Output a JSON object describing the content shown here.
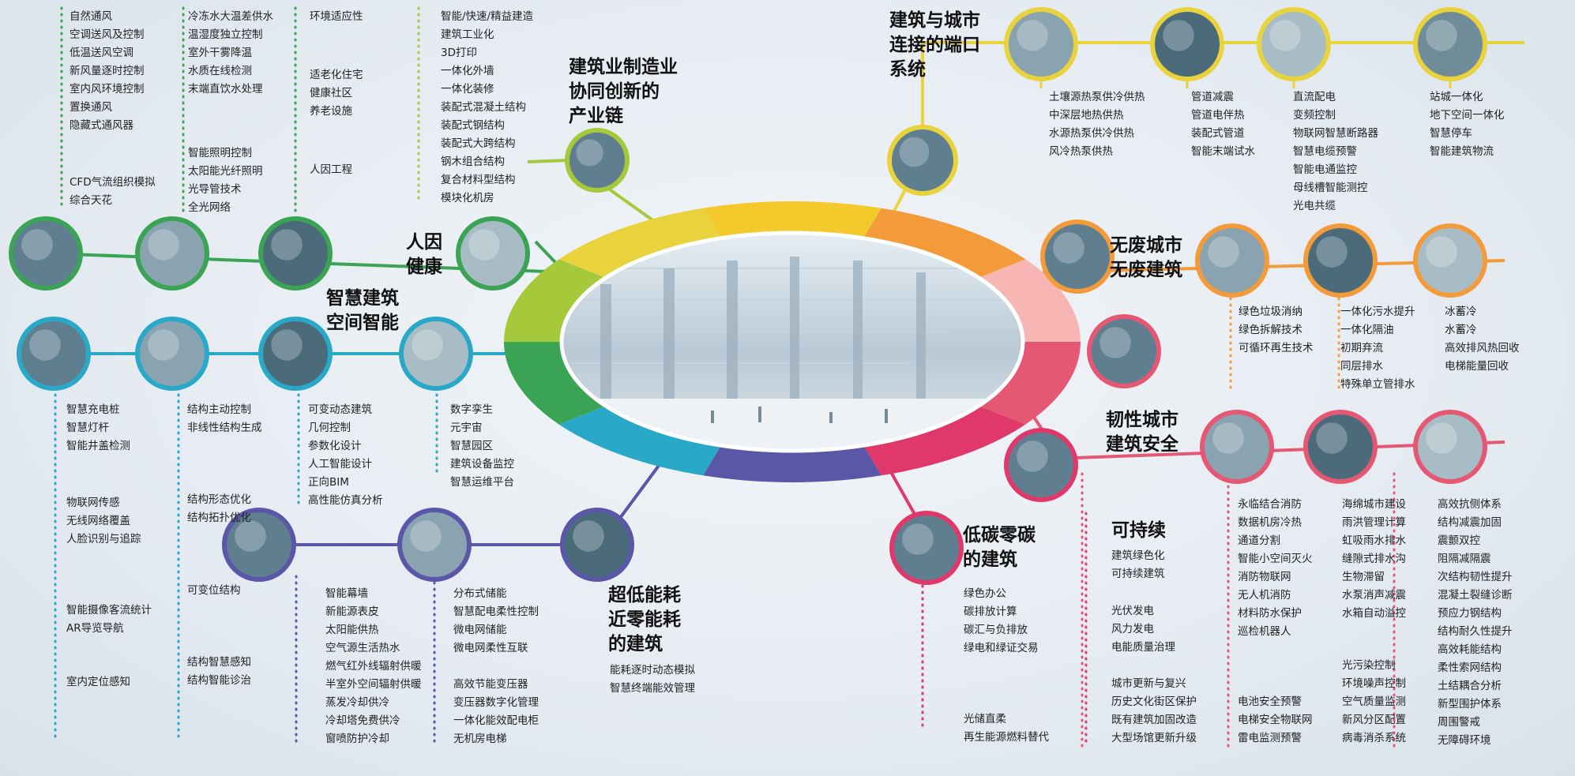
{
  "center": {
    "image": "atrium-photo"
  },
  "ring_colors": [
    "#f4c92b",
    "#f39a3a",
    "#f7b6b4",
    "#e55873",
    "#e0386a",
    "#5a56a8",
    "#2aa8c8",
    "#3aa354",
    "#a6c83b",
    "#e9d33d"
  ],
  "branches": [
    {
      "id": "ren-yin",
      "color": "#3aa354",
      "title": "人因\n健康",
      "nodes": [
        "natural-ventilation-photo",
        "office-space-photo",
        "green-roof-photo",
        "human-health-icon"
      ],
      "lists": [
        [
          "自然通风",
          "空调送风及控制",
          "低温送风空调",
          "新风量逐时控制",
          "室内风环境控制",
          "置换通风",
          "隐藏式通风器",
          "CFD气流组织模拟",
          "综合天花"
        ],
        [
          "冷冻水大温差供水",
          "温湿度独立控制",
          "室外干雾降温",
          "水质在线检测",
          "末端直饮水处理",
          "智能照明控制",
          "太阳能光纤照明",
          "光导管技术",
          "全光网络"
        ],
        [
          "环境适应性",
          "适老化住宅",
          "健康社区",
          "养老设施",
          "人因工程"
        ]
      ]
    },
    {
      "id": "zao-zhi",
      "color": "#a6c83b",
      "title": "建筑业制造业\n协同创新的\n产业链",
      "nodes": [
        "manufacturing-photo"
      ],
      "lists": [
        [
          "智能/快速/精益建造",
          "建筑工业化",
          "3D打印",
          "一体化外墙",
          "一体化装修",
          "装配式混凝土结构",
          "装配式钢结构",
          "装配式大跨结构",
          "钢木组合结构",
          "复合材料型结构",
          "模块化机房"
        ]
      ]
    },
    {
      "id": "duan-kou",
      "color": "#e9d33d",
      "title": "建筑与城市\n连接的端口\n系统",
      "nodes": [
        "port-system-photo",
        "heat-pump-photo",
        "pipe-photo",
        "power-pole-photo",
        "station-photo"
      ],
      "lists": [
        [
          "土壤源热泵供冷供热",
          "中深层地热供热",
          "水源热泵供冷供热",
          "风冷热泵供热"
        ],
        [
          "管道减震",
          "管道电伴热",
          "装配式管道",
          "智能末端试水"
        ],
        [
          "直流配电",
          "变频控制",
          "物联网智慧断路器",
          "智慧电缆预警",
          "智能电通监控",
          "母线槽智能测控",
          "光电共缆"
        ],
        [
          "站城一体化",
          "地下空间一体化",
          "智慧停车",
          "智能建筑物流"
        ]
      ]
    },
    {
      "id": "wu-fei",
      "color": "#f39a3a",
      "title": "无废城市\n无废建筑",
      "nodes": [
        "waste-system-photo",
        "sorting-photo",
        "sewage-photo",
        "ice-storage-photo"
      ],
      "lists": [
        [
          "绿色垃圾消纳",
          "绿色拆解技术",
          "可循环再生技术"
        ],
        [
          "一体化污水提升",
          "一体化隔油",
          "初期弃流",
          "同层排水",
          "特殊单立管排水"
        ],
        [
          "冰蓄冷",
          "水蓄冷",
          "高效排风热回收",
          "电梯能量回收"
        ]
      ]
    },
    {
      "id": "ren-xing",
      "color": "#e55873",
      "title": "韧性城市\n建筑安全",
      "nodes": [
        "resilient-city-photo",
        "fire-safety-photo",
        "sponge-city-photo",
        "structure-photo"
      ],
      "lists": [
        [
          "永临结合消防",
          "数据机房冷热\n通道分割",
          "智能小空间灭火",
          "消防物联网",
          "无人机消防",
          "材料防水保护",
          "巡检机器人",
          "电池安全预警",
          "电梯安全物联网",
          "雷电监测预警"
        ],
        [
          "海绵城市建设",
          "雨洪管理计算",
          "虹吸雨水排水",
          "缝隙式排水沟",
          "生物滞留",
          "水泵消声减震",
          "水箱自动溢控",
          "光污染控制",
          "环境噪声控制",
          "空气质量监测",
          "新风分区配置",
          "病毒消杀系统"
        ],
        [
          "高效抗侧体系",
          "结构减震加固",
          "震颤双控",
          "阻隔减隔震",
          "次结构韧性提升",
          "混凝土裂缝诊断",
          "预应力钢结构",
          "结构耐久性提升",
          "高效耗能结构",
          "柔性索网结构",
          "土结耦合分析",
          "新型围护体系",
          "周围警戒",
          "无障碍环境"
        ]
      ]
    },
    {
      "id": "ke-chi-xu",
      "color": "#e0386a",
      "title": "可持续",
      "nodes": [
        "city-park-photo"
      ],
      "lists": [
        [
          "建筑绿色化",
          "可持续建筑"
        ],
        [
          "光伏发电",
          "风力发电",
          "电能质量治理"
        ],
        [
          "城市更新与复兴",
          "历史文化街区保护",
          "既有建筑加固改造",
          "大型场馆更新升级"
        ]
      ]
    },
    {
      "id": "di-tan",
      "color": "#e0386a",
      "title": "低碳零碳\n的建筑",
      "nodes": [
        "low-carbon-icon"
      ],
      "lists": [
        [
          "绿色办公",
          "碳排放计算",
          "碳汇与负排放",
          "绿电和绿证交易",
          "光储直柔",
          "再生能源燃料替代"
        ]
      ]
    },
    {
      "id": "chao-di",
      "color": "#5a56a8",
      "title": "超低能耗\n近零能耗\n的建筑",
      "nodes": [
        "facade-photo",
        "machine-room-photo",
        "energy-dashboard-photo"
      ],
      "lists": [
        [
          "智能幕墙",
          "新能源表皮",
          "太阳能供热",
          "空气源生活热水",
          "燃气红外线辐射供暖",
          "半室外空间辐射供暖",
          "蒸发冷却供冷",
          "冷却塔免费供冷",
          "窗喷防护冷却"
        ],
        [
          "分布式储能",
          "智慧配电柔性控制",
          "微电网储能",
          "微电网柔性互联",
          "高效节能变压器",
          "变压器数字化管理",
          "一体化能效配电柜",
          "无机房电梯"
        ],
        [
          "能耗逐时动态模拟",
          "智慧终端能效管理"
        ]
      ]
    },
    {
      "id": "zhi-hui",
      "color": "#2aa8c8",
      "title": "智慧建筑\n空间智能",
      "nodes": [
        "smart-tower-photo",
        "structure-model-icon",
        "dynamic-building-photo",
        "digital-twin-photo"
      ],
      "lists": [
        [
          "智慧充电桩",
          "智慧灯杆",
          "智能井盖检测",
          "物联网传感",
          "无线网络覆盖",
          "人脸识别与追踪",
          "智能摄像客流统计",
          "AR导览导航",
          "室内定位感知"
        ],
        [
          "结构主动控制",
          "非线性结构生成",
          "结构形态优化",
          "结构拓扑优化",
          "可变位结构",
          "结构智慧感知",
          "结构智能诊治"
        ],
        [
          "可变动态建筑",
          "几何控制",
          "参数化设计",
          "人工智能设计",
          "正向BIM",
          "高性能仿真分析"
        ],
        [
          "数字孪生",
          "元宇宙",
          "智慧园区",
          "建筑设备监控",
          "智慧运维平台"
        ]
      ]
    }
  ]
}
